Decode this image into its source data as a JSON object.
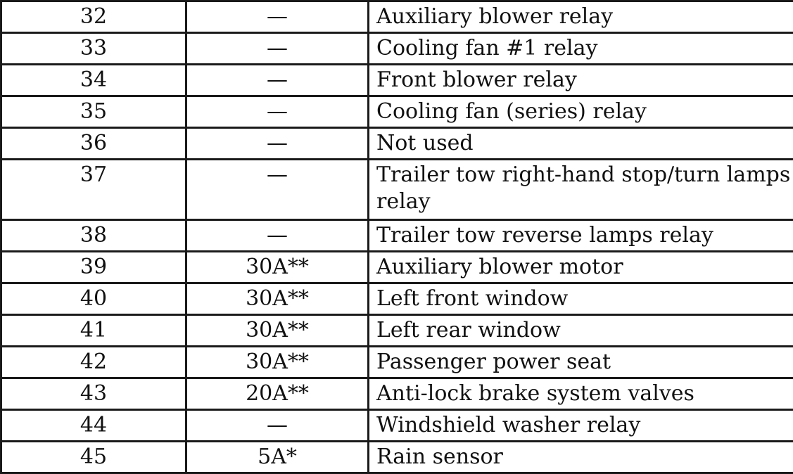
{
  "fuse_table": {
    "rows": [
      {
        "number": "32",
        "rating": "—",
        "description": "Auxiliary blower relay"
      },
      {
        "number": "33",
        "rating": "—",
        "description": "Cooling fan #1 relay"
      },
      {
        "number": "34",
        "rating": "—",
        "description": "Front blower relay"
      },
      {
        "number": "35",
        "rating": "—",
        "description": "Cooling fan (series) relay"
      },
      {
        "number": "36",
        "rating": "—",
        "description": "Not used"
      },
      {
        "number": "37",
        "rating": "—",
        "description": "Trailer tow right-hand stop/turn lamps relay"
      },
      {
        "number": "38",
        "rating": "—",
        "description": "Trailer tow reverse lamps relay"
      },
      {
        "number": "39",
        "rating": "30A**",
        "description": "Auxiliary blower motor"
      },
      {
        "number": "40",
        "rating": "30A**",
        "description": "Left front window"
      },
      {
        "number": "41",
        "rating": "30A**",
        "description": "Left rear window"
      },
      {
        "number": "42",
        "rating": "30A**",
        "description": "Passenger power seat"
      },
      {
        "number": "43",
        "rating": "20A**",
        "description": "Anti-lock brake system valves"
      },
      {
        "number": "44",
        "rating": "—",
        "description": "Windshield washer relay"
      },
      {
        "number": "45",
        "rating": "5A*",
        "description": "Rain sensor"
      }
    ]
  }
}
